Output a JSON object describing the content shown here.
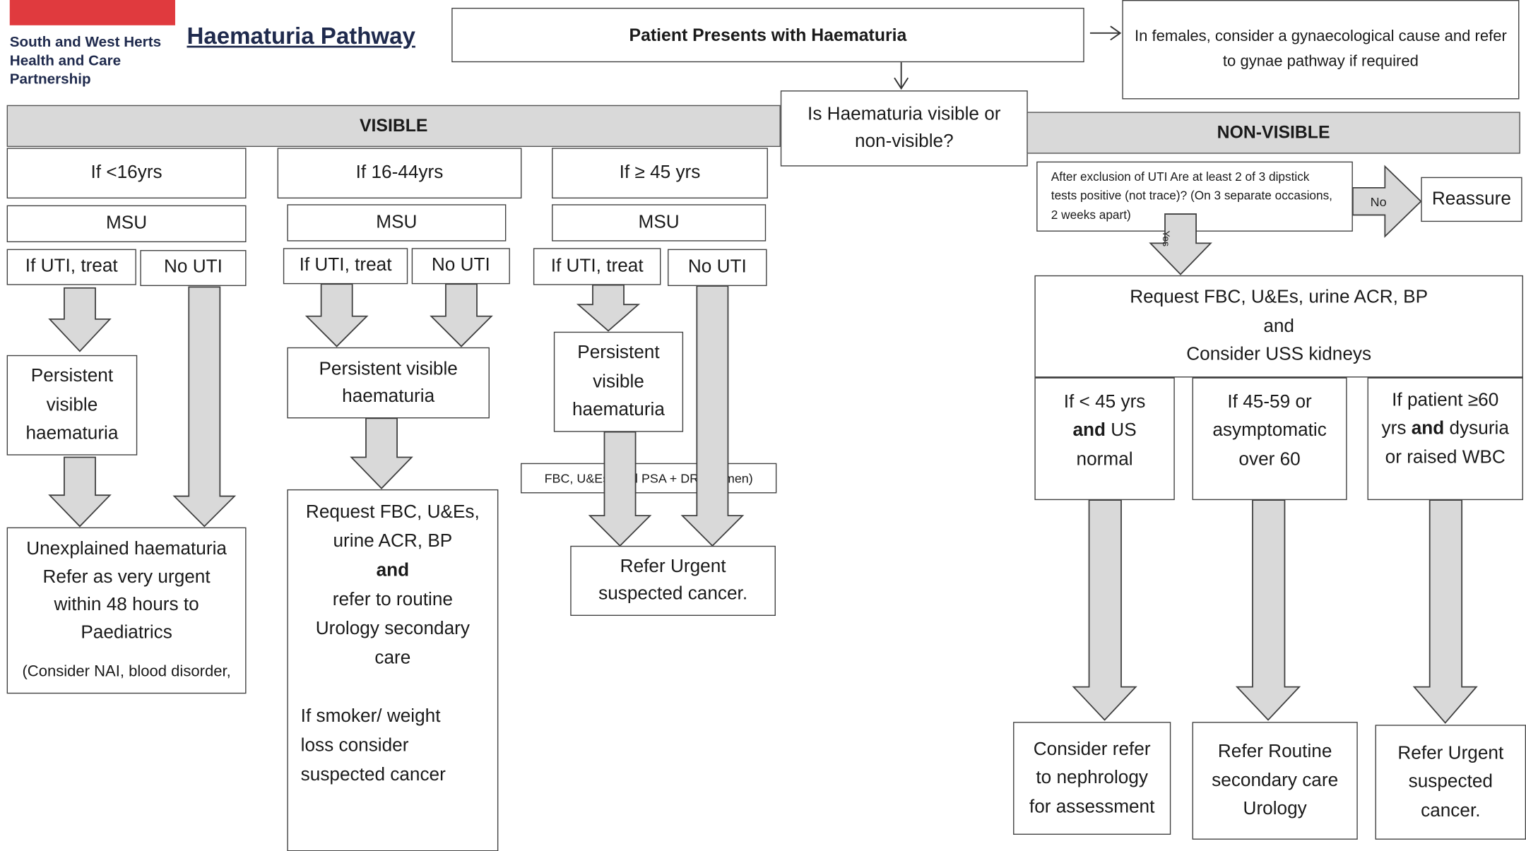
{
  "header": {
    "org_name": "South and West Herts Health and Care Partnership",
    "org_lines": [
      "South and West Herts",
      "Health and Care",
      "Partnership"
    ],
    "title": "Haematuria Pathway"
  },
  "start": "Patient Presents with Haematuria",
  "females_note": "In females, consider a gynaecological cause and refer to gynae pathway if required",
  "decision": "Is Haematuria visible or non-visible?",
  "visible": {
    "label": "VISIBLE",
    "under16": {
      "age": "If <16yrs",
      "msu": "MSU",
      "uti": "If UTI, treat",
      "no_uti": "No UTI",
      "persistent": "Persistent visible haematuria",
      "outcome": [
        "Unexplained haematuria",
        "Refer as very urgent",
        "within 48 hours to",
        "Paediatrics"
      ],
      "outcome_note": "(Consider NAI, blood disorder,"
    },
    "age16_44": {
      "age": "If 16-44yrs",
      "msu": "MSU",
      "uti": "If UTI, treat",
      "no_uti": "No UTI",
      "persistent": "Persistent visible haematuria",
      "outcome_lines": [
        "Request FBC, U&Es,",
        "urine ACR, BP"
      ],
      "outcome_and": "and",
      "outcome_lines2": [
        "refer to routine",
        "Urology secondary",
        "care"
      ],
      "smoker_note": [
        "If smoker/ weight",
        "loss consider",
        "suspected cancer"
      ]
    },
    "over45": {
      "age": "If ≥ 45 yrs",
      "msu": "MSU",
      "uti": "If UTI, treat",
      "no_uti": "No UTI",
      "persistent": "Persistent visible haematuria",
      "tests": "FBC, U&Es (and PSA + DRE in men)",
      "outcome": [
        "Refer Urgent",
        "suspected cancer."
      ]
    }
  },
  "non_visible": {
    "label": "NON-VISIBLE",
    "dipstick": "After exclusion of UTI Are at least 2 of 3 dipstick tests positive (not trace)? (On 3 separate occasions, 2 weeks apart)",
    "no_label": "No",
    "yes_label": "Yes",
    "reassure": "Reassure",
    "request_lines": [
      "Request FBC, U&Es, urine ACR, BP",
      "and",
      "Consider USS kidneys"
    ],
    "branch1": {
      "pre": "If < 45 yrs",
      "bold": "and",
      "post": "US normal"
    },
    "branch2": {
      "text": "If 45-59 or asymptomatic over 60"
    },
    "branch3": {
      "pre": "If patient ≥60 yrs",
      "bold": "and",
      "post": "dysuria or raised WBC"
    },
    "outcome1": [
      "Consider refer",
      "to nephrology",
      "for assessment"
    ],
    "outcome2": [
      "Refer Routine",
      "secondary care",
      "Urology"
    ],
    "outcome3": [
      "Refer Urgent",
      "suspected",
      "cancer."
    ]
  },
  "colors": {
    "brand_red": "#e03a3e",
    "brand_navy": "#1f2a4d",
    "arrow_fill": "#d9d9d9",
    "banner_fill": "#d9d9d9"
  }
}
